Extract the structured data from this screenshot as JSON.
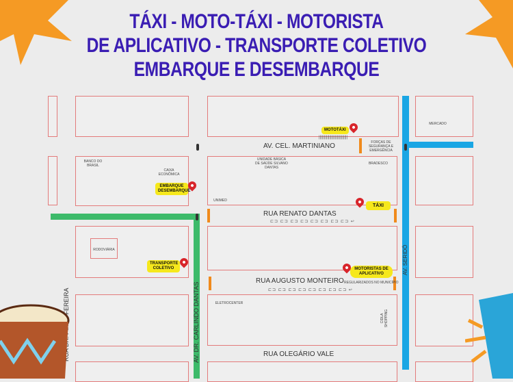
{
  "title": {
    "line1": "TÁXI - MOTO-TÁXI - MOTORISTA",
    "line2": "DE APLICATIVO - TRANSPORTE COLETIVO",
    "line3": "EMBARQUE E DESEMBARQUE"
  },
  "streets": {
    "martiniano": "AV. CEL. MARTINIANO",
    "renato": "RUA RENATO DANTAS",
    "augusto": "RUA AUGUSTO MONTEIRO",
    "olegario": "RUA OLEGÁRIO VALE",
    "carlindo": "AV. DR. CARLINDO DANTAS",
    "pires": "RUA DR. PIRES FEREIRA",
    "serido": "AV. SERIDÓ"
  },
  "places": {
    "mercado": "MERCADO",
    "forcas": "FORÇAS DE SEGURANÇA E EMERGÊNCIA",
    "bradesco": "BRADESCO",
    "ubs": "UNIDADE BÁSICA DE SAÚDE SILVANO DANTAS",
    "banco": "BANCO DO BRASIL",
    "caixa": "CAIXA ECONÔMICA",
    "unimed": "UNIMED",
    "rodoviaria": "RODOVIÁRIA",
    "eletrocenter": "ELETROCENTER",
    "cidla": "CIDLA SHOPPING",
    "regularizados": "REGULARIZADOS NO MUNICÍPIO"
  },
  "tags": {
    "mototaxi": "MOTOTÁXI",
    "taxi": "TÁXI",
    "embarque": "EMBARQUE DESEMBARQUE",
    "transporte": "TRANSPORTE COLETIVO",
    "motoristas": "MOTORISTAS DE APLICATIVO"
  },
  "colors": {
    "title": "#3a1db3",
    "green_road": "#3dba6a",
    "blue_road": "#1aa6e4",
    "pin": "#d8252b",
    "tag": "#f6e81c"
  }
}
